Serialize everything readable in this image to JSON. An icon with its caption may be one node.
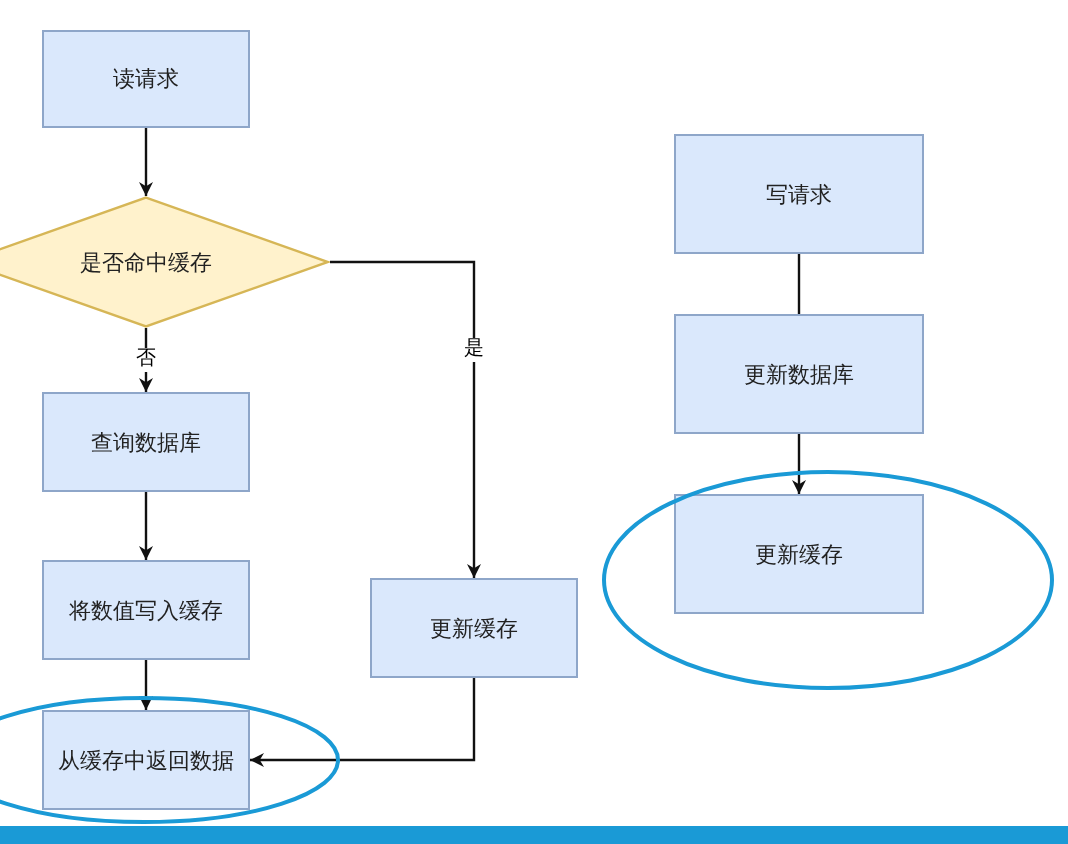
{
  "diagram": {
    "nodes": [
      {
        "text": [
          "读请求"
        ]
      },
      {
        "text": [
          "是否命中缓存"
        ]
      },
      {
        "text": [
          "查询数据库"
        ]
      },
      {
        "text": [
          "将数值写入缓存"
        ]
      },
      {
        "text": [
          "从缓存中返回数据"
        ]
      },
      {
        "text": [
          "更新缓存"
        ]
      },
      {
        "text": [
          "写请求"
        ]
      },
      {
        "text": [
          "更新数据库"
        ]
      },
      {
        "text": [
          "更新缓存"
        ]
      }
    ],
    "edges": [
      {
        "from": 0,
        "to": 1,
        "arrow": "to"
      },
      {
        "from": 1,
        "to": 2,
        "arrow": "to",
        "label": "否"
      },
      {
        "from": 2,
        "to": 3,
        "arrow": "to"
      },
      {
        "from": 3,
        "to": 4,
        "arrow": "to"
      },
      {
        "from": 1,
        "to": 5,
        "arrow": "to",
        "label": "是"
      },
      {
        "from": 5,
        "to": 4,
        "arrow": "to"
      },
      {
        "from": 6,
        "to": 7,
        "arrow": "none"
      },
      {
        "from": 7,
        "to": 8,
        "arrow": "to"
      }
    ]
  }
}
